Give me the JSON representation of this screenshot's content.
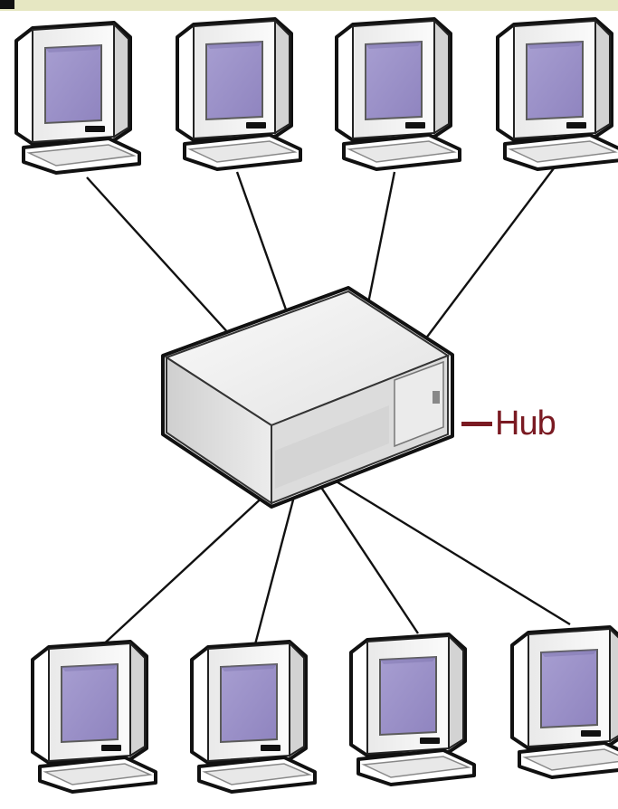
{
  "diagram": {
    "hub_label": "Hub",
    "colors": {
      "screen": "#9d92c9",
      "label": "#7a1a22",
      "cable": "#111111"
    },
    "icons": [
      "computer-icon",
      "hub-icon"
    ],
    "top_computers": 4,
    "bottom_computers": 4
  }
}
